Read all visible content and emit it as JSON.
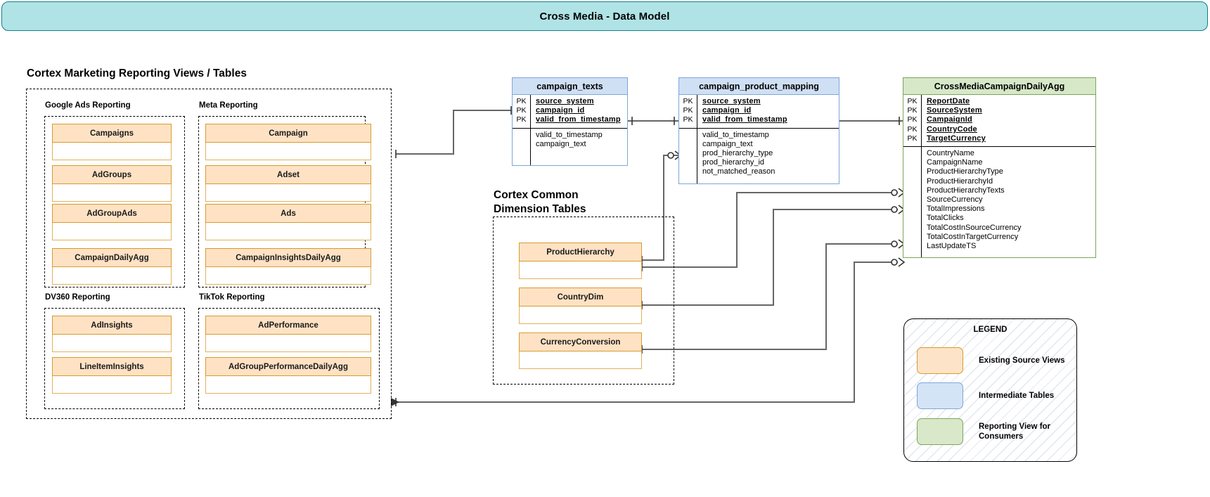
{
  "banner": {
    "title": "Cross Media - Data Model"
  },
  "sections": {
    "left_heading": "Cortex Marketing Reporting Views / Tables",
    "dimension_heading": "Cortex Common\nDimension Tables"
  },
  "source_groups": [
    {
      "label": "Google Ads Reporting",
      "tables": [
        "Campaigns",
        "AdGroups",
        "AdGroupAds",
        "CampaignDailyAgg"
      ]
    },
    {
      "label": "Meta Reporting",
      "tables": [
        "Campaign",
        "Adset",
        "Ads",
        "CampaignInsightsDailyAgg"
      ]
    },
    {
      "label": "DV360 Reporting",
      "tables": [
        "AdInsights",
        "LineItemInsights"
      ]
    },
    {
      "label": "TikTok Reporting",
      "tables": [
        "AdPerformance",
        "AdGroupPerformanceDailyAgg"
      ]
    }
  ],
  "dimension_tables": [
    "ProductHierarchy",
    "CountryDim",
    "CurrencyConversion"
  ],
  "er_tables": [
    {
      "name": "campaign_texts",
      "color": "blue",
      "pk_fields": [
        "source_system",
        "campaign_id",
        "valid_from_timestamp"
      ],
      "pk_marker": "PK",
      "attributes": [
        "valid_to_timestamp",
        "campaign_text"
      ]
    },
    {
      "name": "campaign_product_mapping",
      "color": "blue",
      "pk_fields": [
        "source_system",
        "campaign_id",
        "valid_from_timestamp"
      ],
      "pk_marker": "PK",
      "attributes": [
        "valid_to_timestamp",
        "campaign_text",
        "prod_hierarchy_type",
        "prod_hierarchy_id",
        "not_matched_reason"
      ]
    },
    {
      "name": "CrossMediaCampaignDailyAgg",
      "color": "green",
      "pk_fields": [
        "ReportDate",
        "SourceSystem",
        "CampaignId",
        "CountryCode",
        "TargetCurrency"
      ],
      "pk_marker": "PK",
      "attributes": [
        "CountryName",
        "CampaignName",
        "ProductHierarchyType",
        "ProductHierarchyId",
        "ProductHierarchyTexts",
        "SourceCurrency",
        "TotalImpressions",
        "TotalClicks",
        "TotalCostInSourceCurrency",
        "TotalCostInTargetCurrency",
        "LastUpdateTS"
      ]
    }
  ],
  "legend": {
    "title": "LEGEND",
    "items": [
      {
        "swatch": "orange",
        "label": "Existing Source Views"
      },
      {
        "swatch": "blue",
        "label": "Intermediate Tables"
      },
      {
        "swatch": "green",
        "label": "Reporting View for\nConsumers"
      }
    ]
  },
  "colors": {
    "banner_fill": "#b0e3e6",
    "banner_stroke": "#0e8088",
    "source_fill": "#ffe2c4",
    "source_stroke": "#d69b2d",
    "intermediate_fill": "#cfe0f5",
    "intermediate_stroke": "#7ea6d8",
    "reporting_fill": "#d6e8c8",
    "reporting_stroke": "#7aa559",
    "connector": "#666666"
  }
}
